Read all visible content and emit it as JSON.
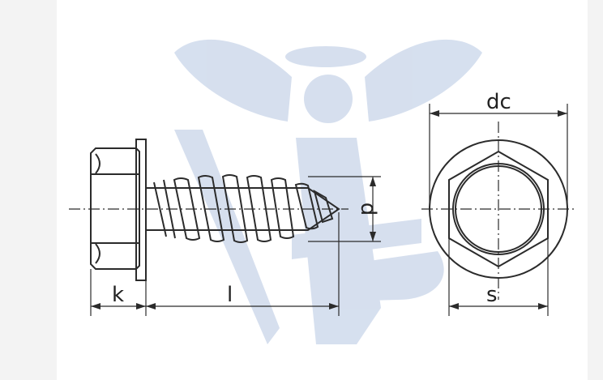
{
  "drawing": {
    "subject": "hex-washer-head-self-tapping-screw",
    "watermark": "angel-logo-watermark",
    "line_color": "#2b2b2b",
    "watermark_color": "#c9d6ea"
  },
  "dimensions": {
    "k": "k",
    "l": "l",
    "d": "d",
    "dc": "dc",
    "s": "s"
  }
}
